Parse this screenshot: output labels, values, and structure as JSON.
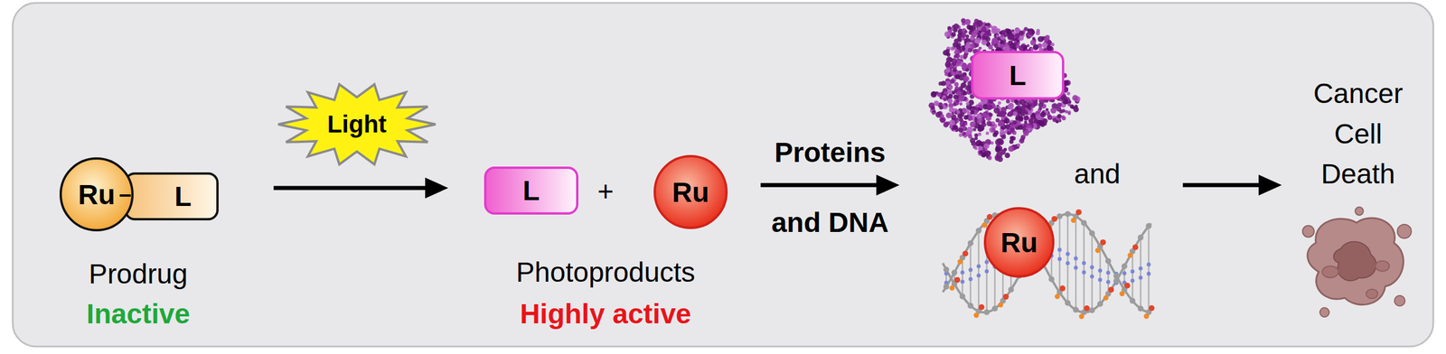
{
  "diagram": {
    "nodes": [
      {
        "text": [
          "Ru"
        ]
      },
      {
        "text": [
          "L"
        ]
      },
      {
        "text": [
          "Light"
        ]
      },
      {
        "text": [
          "L"
        ]
      },
      {
        "text": [
          "Ru"
        ]
      },
      {
        "text": [
          "L"
        ]
      },
      {
        "text": [
          "Ru"
        ]
      }
    ],
    "edges": [
      {
        "from": 1,
        "to": 3,
        "arrow": "to"
      }
    ],
    "labels": [
      "Prodrug",
      "Inactive",
      "+",
      "Photoproducts",
      "Highly active",
      "Proteins",
      "and DNA",
      "and",
      "Cancer Cell Death"
    ]
  }
}
